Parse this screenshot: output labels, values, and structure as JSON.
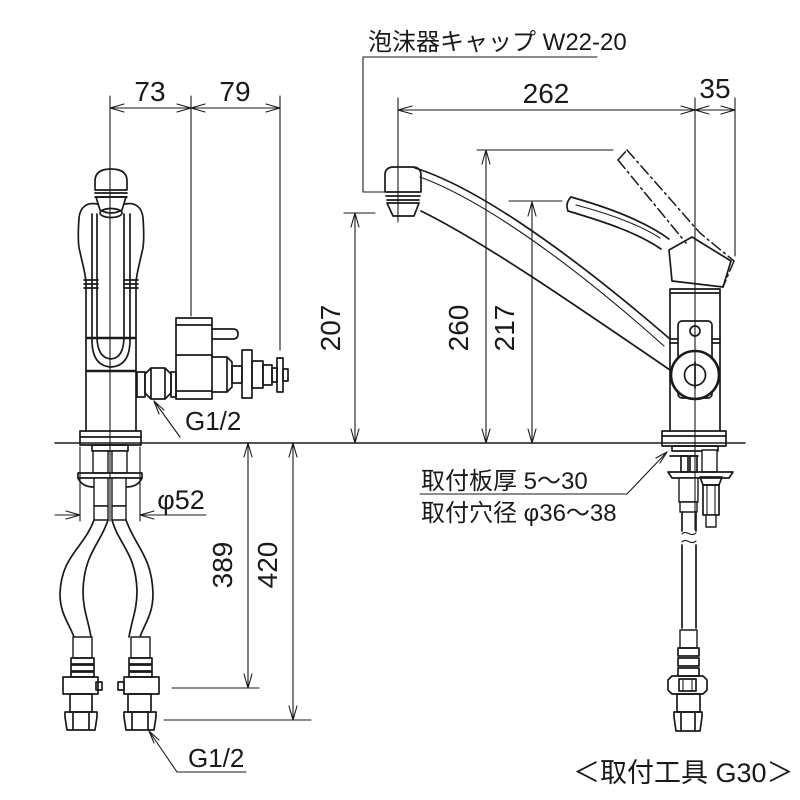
{
  "sheet": {
    "background": "#ffffff",
    "line_color": "#1a1a1a"
  },
  "annotations": {
    "aerator_cap_label": "泡沫器キャップ W22-20",
    "mount_thickness_label": "取付板厚 5〜30",
    "mount_hole_label": "取付穴径 φ36〜38",
    "tool_label": "＜取付工具 G30＞",
    "inlet_thread_label": "G1/2",
    "hose_thread_label": "G1/2"
  },
  "dimensions": {
    "front_width_left": "73",
    "front_width_right": "79",
    "spout_reach": "262",
    "handle_back_offset": "35",
    "spout_outlet_height": "207",
    "handle_up_height": "260",
    "handle_down_height": "217",
    "base_diameter": "φ52",
    "hose_length_short": "389",
    "hose_length_long": "420"
  }
}
